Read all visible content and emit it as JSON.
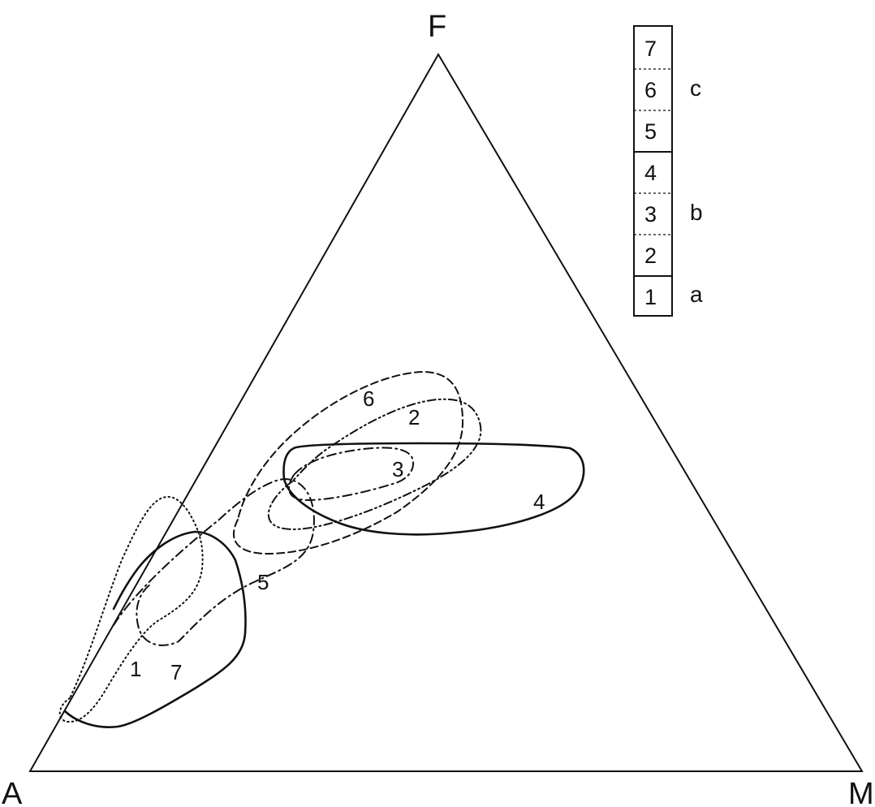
{
  "vertices": {
    "top": "F",
    "left": "A",
    "right": "M"
  },
  "fields": [
    {
      "label": "1",
      "line": "dotted"
    },
    {
      "label": "2",
      "line": "dash-dot-dot"
    },
    {
      "label": "3",
      "line": "dash-dot"
    },
    {
      "label": "4",
      "line": "solid"
    },
    {
      "label": "5",
      "line": "dash-dot"
    },
    {
      "label": "6",
      "line": "dashed"
    },
    {
      "label": "7",
      "line": "solid"
    }
  ],
  "legend": {
    "boxes": [
      "7",
      "6",
      "5",
      "4",
      "3",
      "2",
      "1"
    ],
    "groups": [
      {
        "label": "c"
      },
      {
        "label": "b"
      },
      {
        "label": "a"
      }
    ]
  },
  "colors": {
    "ink": "#111111",
    "background": "#ffffff"
  }
}
